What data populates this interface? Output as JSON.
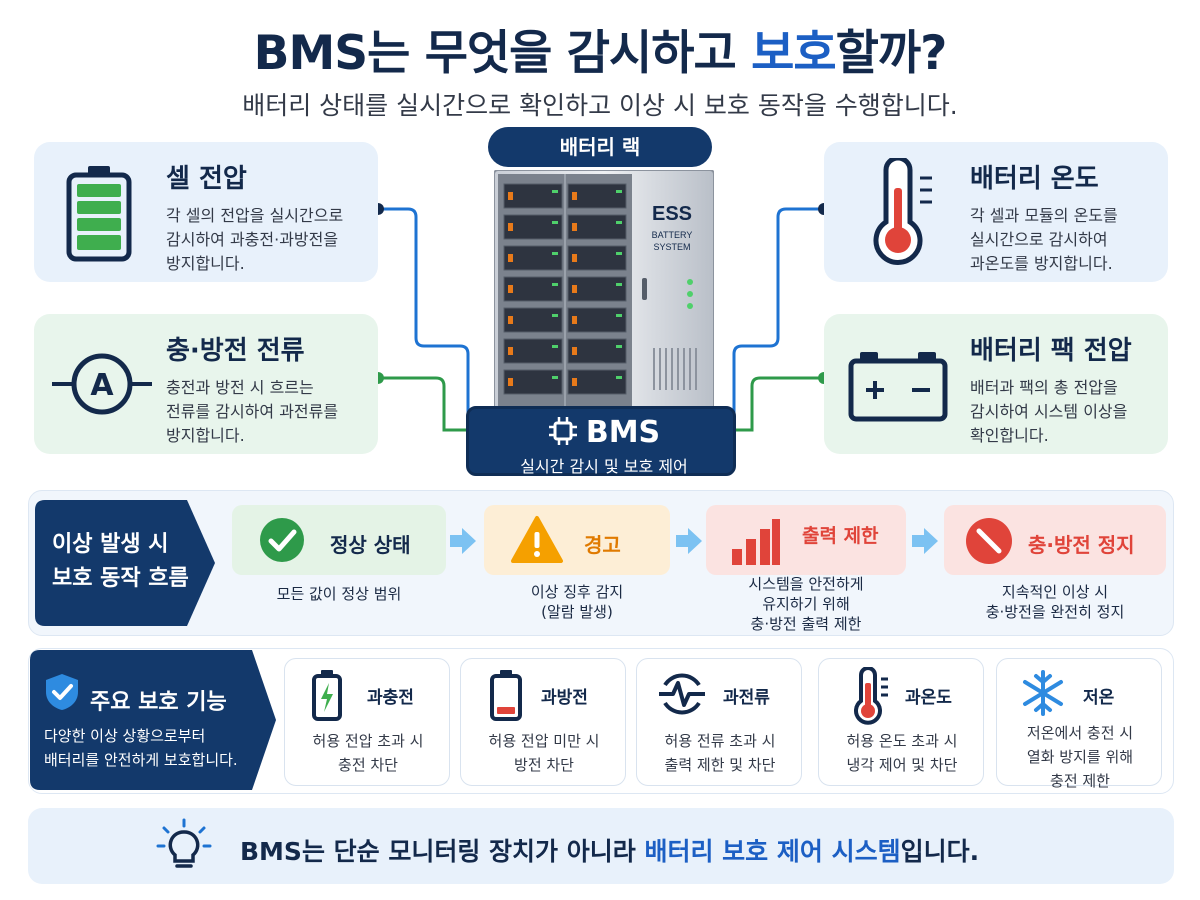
{
  "header": {
    "title_prefix": "BMS는 무엇을 감시하고 ",
    "title_highlight": "보호",
    "title_suffix": "할까?",
    "subtitle": "배터리 상태를 실시간으로 확인하고 이상 시 보호 동작을 수행합니다."
  },
  "monitor": {
    "cell_voltage": {
      "title": "셀 전압",
      "desc": [
        "각 셀의 전압을 실시간으로",
        "감시하여 과충전·과방전을",
        "방지합니다."
      ]
    },
    "current": {
      "title": "충·방전 전류",
      "desc": [
        "충전과 방전 시 흐르는",
        "전류를 감시하여 과전류를",
        "방지합니다."
      ]
    },
    "temperature": {
      "title": "배터리 온도",
      "desc": [
        "각 셀과 모듈의 온도를",
        "실시간으로 감시하여",
        "과온도를 방지합니다."
      ]
    },
    "pack_voltage": {
      "title": "배터리 팩 전압",
      "desc": [
        "배터과 팩의 총 전압을",
        "감시하여 시스템 이상을",
        "확인합니다."
      ]
    },
    "ammeter_symbol": "A"
  },
  "rack": {
    "label": "배터리 랙",
    "brand": "ESS",
    "brand_line1": "BATTERY",
    "brand_line2": "SYSTEM"
  },
  "bms": {
    "label": "BMS",
    "sub": "실시간 감시 및 보호 제어"
  },
  "flow": {
    "head": [
      "이상 발생 시",
      "보호 동작 흐름"
    ],
    "steps": [
      {
        "label": "정상 상태",
        "desc": [
          "모든 값이 정상 범위"
        ]
      },
      {
        "label": "경고",
        "desc": [
          "이상 징후 감지",
          "(알람 발생)"
        ]
      },
      {
        "label": "출력 제한",
        "desc": [
          "시스템을 안전하게",
          "유지하기 위해",
          "충·방전 출력 제한"
        ]
      },
      {
        "label": "충·방전 정지",
        "desc": [
          "지속적인 이상 시",
          "충·방전을 완전히 정지"
        ]
      }
    ]
  },
  "protection": {
    "title": "주요 보호 기능",
    "sub": [
      "다양한 이상 상황으로부터",
      "배터리를 안전하게 보호합니다."
    ],
    "items": [
      {
        "label": "과충전",
        "desc": [
          "허용 전압 초과 시",
          "충전 차단"
        ]
      },
      {
        "label": "과방전",
        "desc": [
          "허용 전압 미만 시",
          "방전 차단"
        ]
      },
      {
        "label": "과전류",
        "desc": [
          "허용 전류 초과 시",
          "출력 제한 및 차단"
        ]
      },
      {
        "label": "과온도",
        "desc": [
          "허용 온도 초과 시",
          "냉각 제어 및 차단"
        ]
      },
      {
        "label": "저온",
        "desc": [
          "저온에서 충전 시",
          "열화 방지를 위해",
          "충전 제한"
        ]
      }
    ]
  },
  "footer": {
    "prefix": "BMS는 단순 모니터링 장치가 아니라 ",
    "highlight": "배터리 보호 제어 시스템",
    "suffix": "입니다."
  },
  "colors": {
    "navy": "#13396b",
    "accent": "#1c5fc4",
    "green": "#2e9a4a",
    "orange": "#f5a000",
    "red": "#e0443a"
  }
}
